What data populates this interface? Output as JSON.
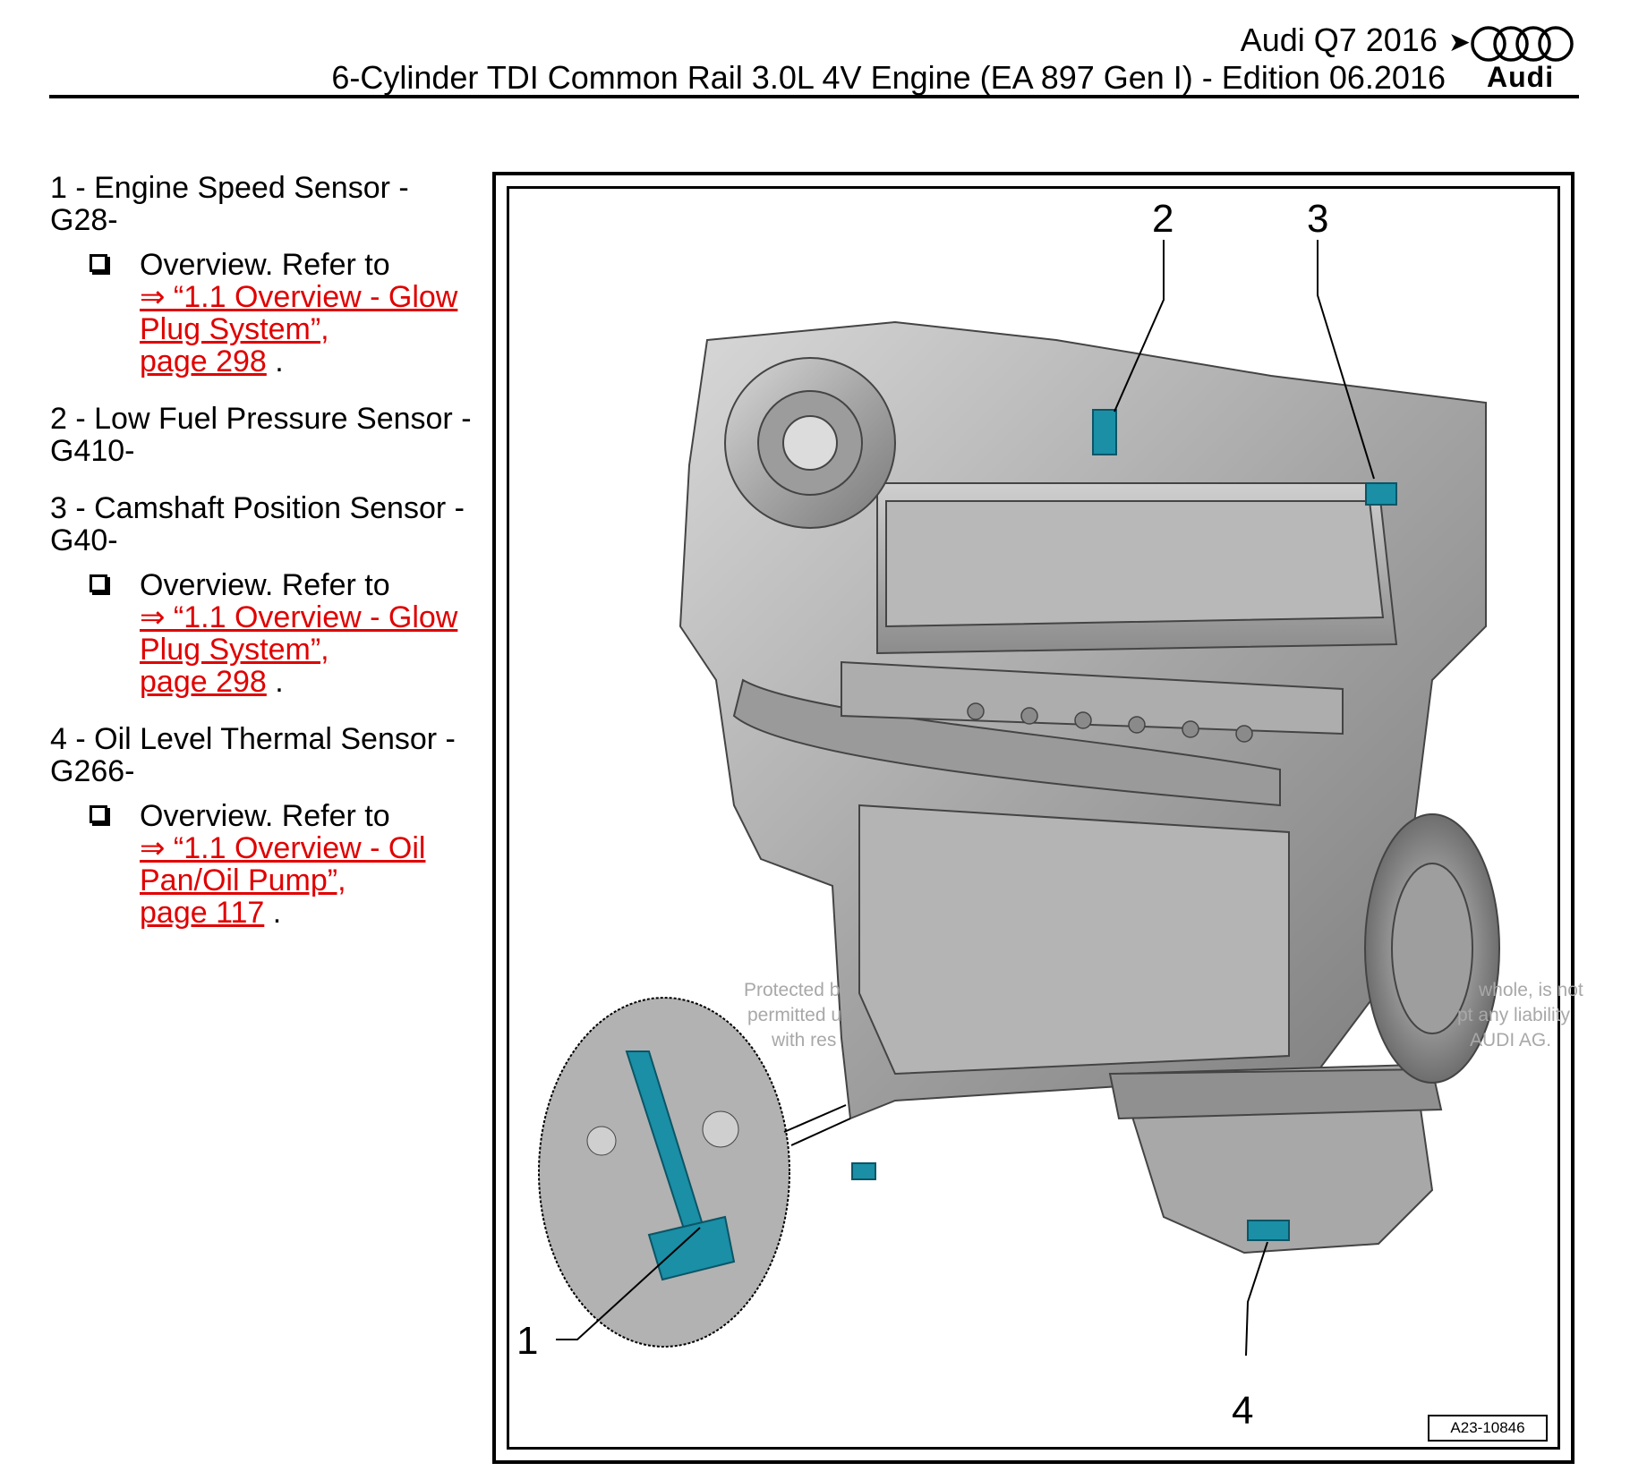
{
  "header": {
    "vehicle": "Audi Q7 2016",
    "arrow": "➤",
    "subtitle": "6-Cylinder TDI Common Rail 3.0L 4V Engine (EA 897 Gen I) - Edition 06.2016",
    "brand": "Audi"
  },
  "legend": [
    {
      "title": "1 - Engine Speed Sensor - G28-",
      "refer_text": "Overview. Refer to",
      "link_line1": "⇒ “1.1 Overview - Glow",
      "link_line2": "Plug System”,",
      "link_page": "page 298",
      "suffix": "."
    },
    {
      "title": "2 - Low Fuel Pressure Sensor - G410-"
    },
    {
      "title": "3 - Camshaft Position Sensor - G40-",
      "refer_text": "Overview. Refer to",
      "link_line1": "⇒ “1.1 Overview - Glow",
      "link_line2": "Plug System”,",
      "link_page": "page 298",
      "suffix": "."
    },
    {
      "title": "4 - Oil Level Thermal Sensor - G266-",
      "refer_text": "Overview. Refer to",
      "link_line1": "⇒ “1.1 Overview - Oil",
      "link_line2": "Pan/Oil Pump”,",
      "link_page": "page 117",
      "suffix": "."
    }
  ],
  "figure": {
    "callouts": [
      "1",
      "2",
      "3",
      "4"
    ],
    "figure_id": "A23-10846",
    "watermark_left": [
      "Protected b",
      "permitted u",
      "with res"
    ],
    "watermark_right": [
      "whole, is not",
      "pt any liability",
      "AUDI AG."
    ],
    "colors": {
      "sensor": "#1a8fa6",
      "engine": "#a0a0a0",
      "link": "#e00000"
    }
  }
}
